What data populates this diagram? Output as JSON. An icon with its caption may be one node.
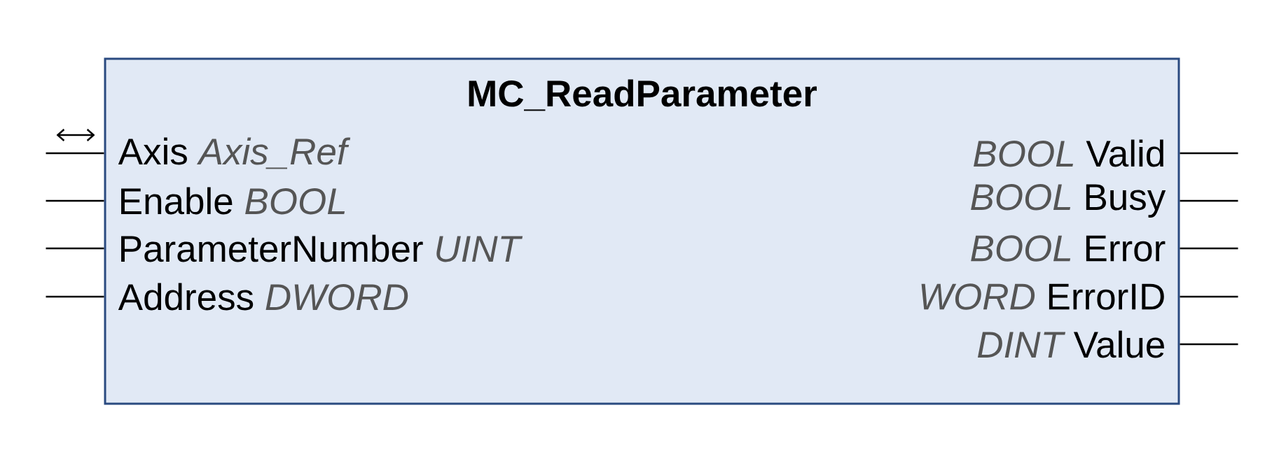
{
  "diagram": {
    "nodes": [
      {
        "text": [
          "MC_ReadParameter"
        ]
      },
      {
        "text": [
          "Axis",
          "Axis_Ref"
        ],
        "in": 0
      },
      {
        "text": [
          "Enable",
          "BOOL"
        ],
        "in": 0
      },
      {
        "text": [
          "ParameterNumber",
          "UINT"
        ],
        "in": 0
      },
      {
        "text": [
          "Address",
          "DWORD"
        ],
        "in": 0
      },
      {
        "text": [
          "BOOL",
          "Valid"
        ],
        "in": 0
      },
      {
        "text": [
          "BOOL",
          "Busy"
        ],
        "in": 0
      },
      {
        "text": [
          "BOOL",
          "Error"
        ],
        "in": 0
      },
      {
        "text": [
          "WORD",
          "ErrorID"
        ],
        "in": 0
      },
      {
        "text": [
          "DINT",
          "Value"
        ],
        "in": 0
      }
    ],
    "edges": [
      {
        "from": null,
        "to": 1,
        "arrow": "none"
      },
      {
        "from": null,
        "to": 2,
        "arrow": "none"
      },
      {
        "from": null,
        "to": 3,
        "arrow": "none"
      },
      {
        "from": null,
        "to": 4,
        "arrow": "none"
      },
      {
        "from": 5,
        "to": null,
        "arrow": "none"
      },
      {
        "from": 6,
        "to": null,
        "arrow": "none"
      },
      {
        "from": 7,
        "to": null,
        "arrow": "none"
      },
      {
        "from": 8,
        "to": null,
        "arrow": "none"
      },
      {
        "from": 9,
        "to": null,
        "arrow": "none"
      }
    ]
  }
}
